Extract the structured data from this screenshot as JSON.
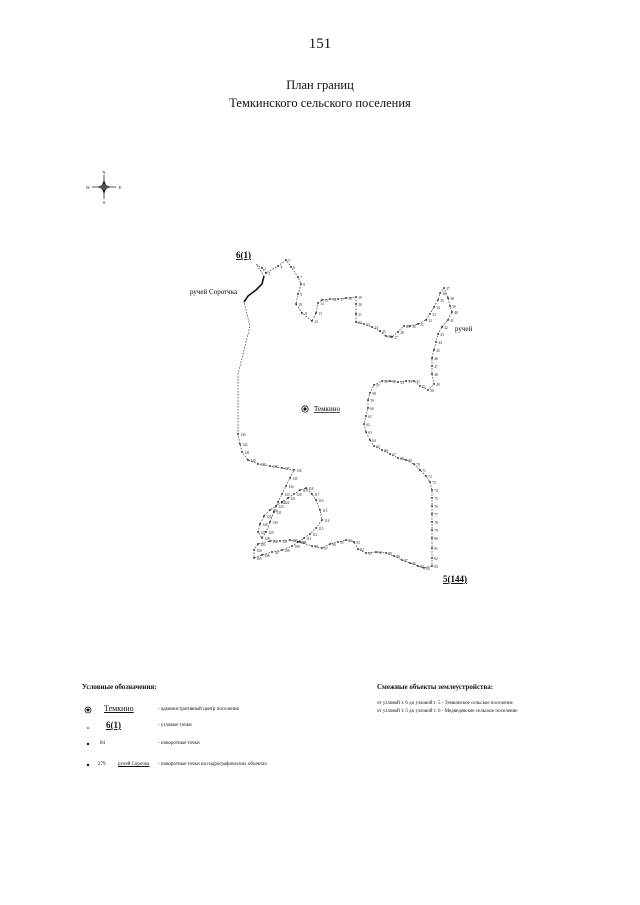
{
  "page": {
    "number": "151"
  },
  "title": {
    "line1": "План границ",
    "line2": "Темкинского сельского поселения"
  },
  "compass": {
    "n": "N",
    "s": "S",
    "e": "E",
    "w": "W"
  },
  "map": {
    "boundary_color": "#333333",
    "node_labels": [
      "6(1)",
      "5(144)"
    ],
    "stream_labels": [
      "ручей Соротчка",
      "ручей"
    ],
    "settlement": "Темкино",
    "point_labels": [
      "2",
      "3",
      "4",
      "5",
      "6",
      "7",
      "8",
      "9",
      "10",
      "11",
      "12",
      "13",
      "14",
      "15",
      "16",
      "17",
      "18",
      "19",
      "20",
      "21",
      "22",
      "23",
      "24",
      "25",
      "26",
      "27",
      "28",
      "29",
      "30",
      "31",
      "32",
      "33",
      "34",
      "35",
      "36",
      "37",
      "38",
      "39",
      "40",
      "41",
      "42",
      "43",
      "44",
      "45",
      "46",
      "47",
      "48",
      "49",
      "50",
      "51",
      "52",
      "53",
      "54",
      "55",
      "56",
      "57",
      "58",
      "59",
      "60",
      "61",
      "62",
      "63",
      "64",
      "65",
      "66",
      "67",
      "68",
      "69",
      "70",
      "71",
      "72",
      "73",
      "74",
      "75",
      "76",
      "77",
      "78",
      "79",
      "80",
      "81",
      "82",
      "83",
      "84",
      "85",
      "86",
      "87",
      "88",
      "89",
      "90",
      "91",
      "92",
      "93",
      "94",
      "95",
      "96",
      "97",
      "98",
      "99",
      "100",
      "101",
      "102",
      "103",
      "104",
      "105",
      "106",
      "107",
      "108",
      "109",
      "110",
      "111",
      "112",
      "113",
      "114",
      "115",
      "116",
      "117",
      "118",
      "119",
      "120",
      "121",
      "122",
      "123",
      "124",
      "125",
      "126",
      "127",
      "128",
      "129",
      "130",
      "131",
      "132",
      "133",
      "134",
      "135",
      "136",
      "137",
      "138",
      "139",
      "140",
      "141",
      "142",
      "143"
    ]
  },
  "legend": {
    "left_title": "Условные обозначения:",
    "right_title": "Смежные объекты землеустройства:",
    "items": [
      {
        "symbol": "Темкино",
        "text": "- административный центр поселения"
      },
      {
        "symbol": "6(1)",
        "text": "- узловые точки"
      },
      {
        "symbol": "84",
        "text": "- поворотные точки"
      },
      {
        "symbol": "279",
        "name": "ручей Сорочка",
        "text": "- поворотные точки на гидрографических объектах"
      }
    ],
    "adjacent": [
      "от узловой т. 6 до узловой т. 5 - Темкинское сельское поселение",
      "от узловой т. 5 до узловой т. 6 - Медведевское сельское поселение"
    ]
  }
}
